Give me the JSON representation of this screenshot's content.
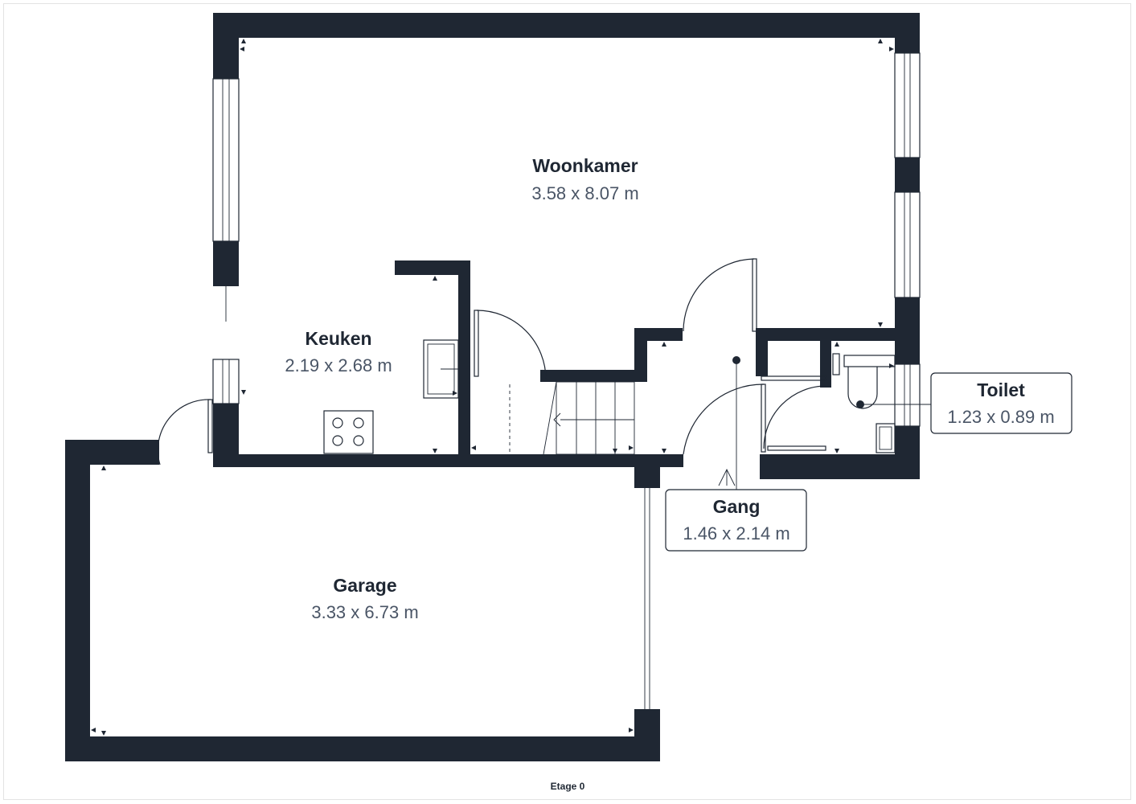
{
  "floor": {
    "label": "Etage 0"
  },
  "rooms": {
    "woonkamer": {
      "name": "Woonkamer",
      "size": "3.58 x 8.07 m"
    },
    "keuken": {
      "name": "Keuken",
      "size": "2.19 x 2.68 m"
    },
    "toilet": {
      "name": "Toilet",
      "size": "1.23 x 0.89 m"
    },
    "gang": {
      "name": "Gang",
      "size": "1.46 x 2.14 m"
    },
    "garage": {
      "name": "Garage",
      "size": "3.33 x 6.73 m"
    }
  },
  "colors": {
    "wall": "#1f2733",
    "dimension_text": "#4a5566",
    "background": "#ffffff"
  }
}
